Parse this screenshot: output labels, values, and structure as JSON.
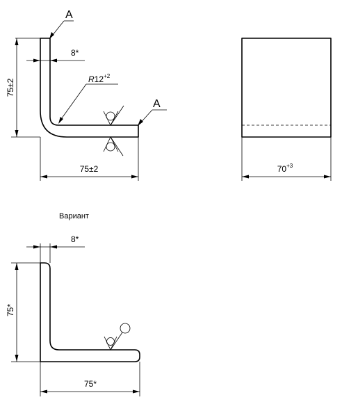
{
  "view_main": {
    "section_mark_top": "A",
    "section_mark_right": "A",
    "thickness": "8*",
    "height": "75±2",
    "width": "75±2",
    "radius_prefix": "R",
    "radius_value": "12",
    "radius_tol": "+2"
  },
  "view_side": {
    "width_value": "70",
    "width_tol": "+3"
  },
  "variant": {
    "title": "Вариант",
    "thickness": "8*",
    "height": "75*",
    "width": "75*"
  }
}
